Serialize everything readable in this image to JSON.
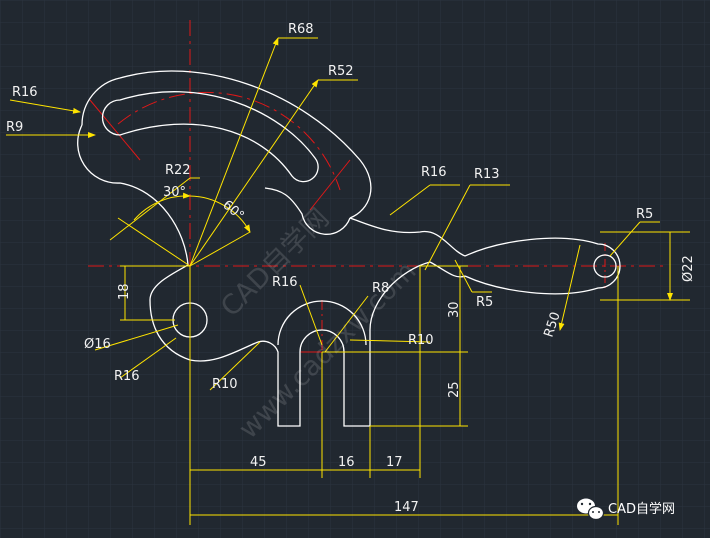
{
  "colors": {
    "background": "#212830",
    "grid": "#2c343f",
    "outline": "#ffffff",
    "dimension": "#ffe400",
    "center_line": "#e01818",
    "text": "#f2f2f2"
  },
  "labels": {
    "r68": "R68",
    "r52": "R52",
    "r16_top": "R16",
    "r9": "R9",
    "r22": "R22",
    "angle_30": "30°",
    "angle_60": "60°",
    "r16_mid": "R16",
    "r13": "R13",
    "r5_right": "R5",
    "dia22": "Ø22",
    "r50": "R50",
    "r5_lower": "R5",
    "r16_slot": "R16",
    "r8": "R8",
    "r10_slot": "R10",
    "dim_18": "18",
    "dia16": "Ø16",
    "r16_bottom": "R16",
    "r10_bottom": "R10",
    "dim_30": "30",
    "dim_25": "25",
    "dim_45": "45",
    "dim_16": "16",
    "dim_17": "17",
    "dim_147": "147"
  },
  "watermark": {
    "line1": "CAD自学网",
    "line2": "www.cadzxw.com"
  },
  "brand": {
    "icon": "wechat-icon",
    "text": "CAD自学网"
  }
}
